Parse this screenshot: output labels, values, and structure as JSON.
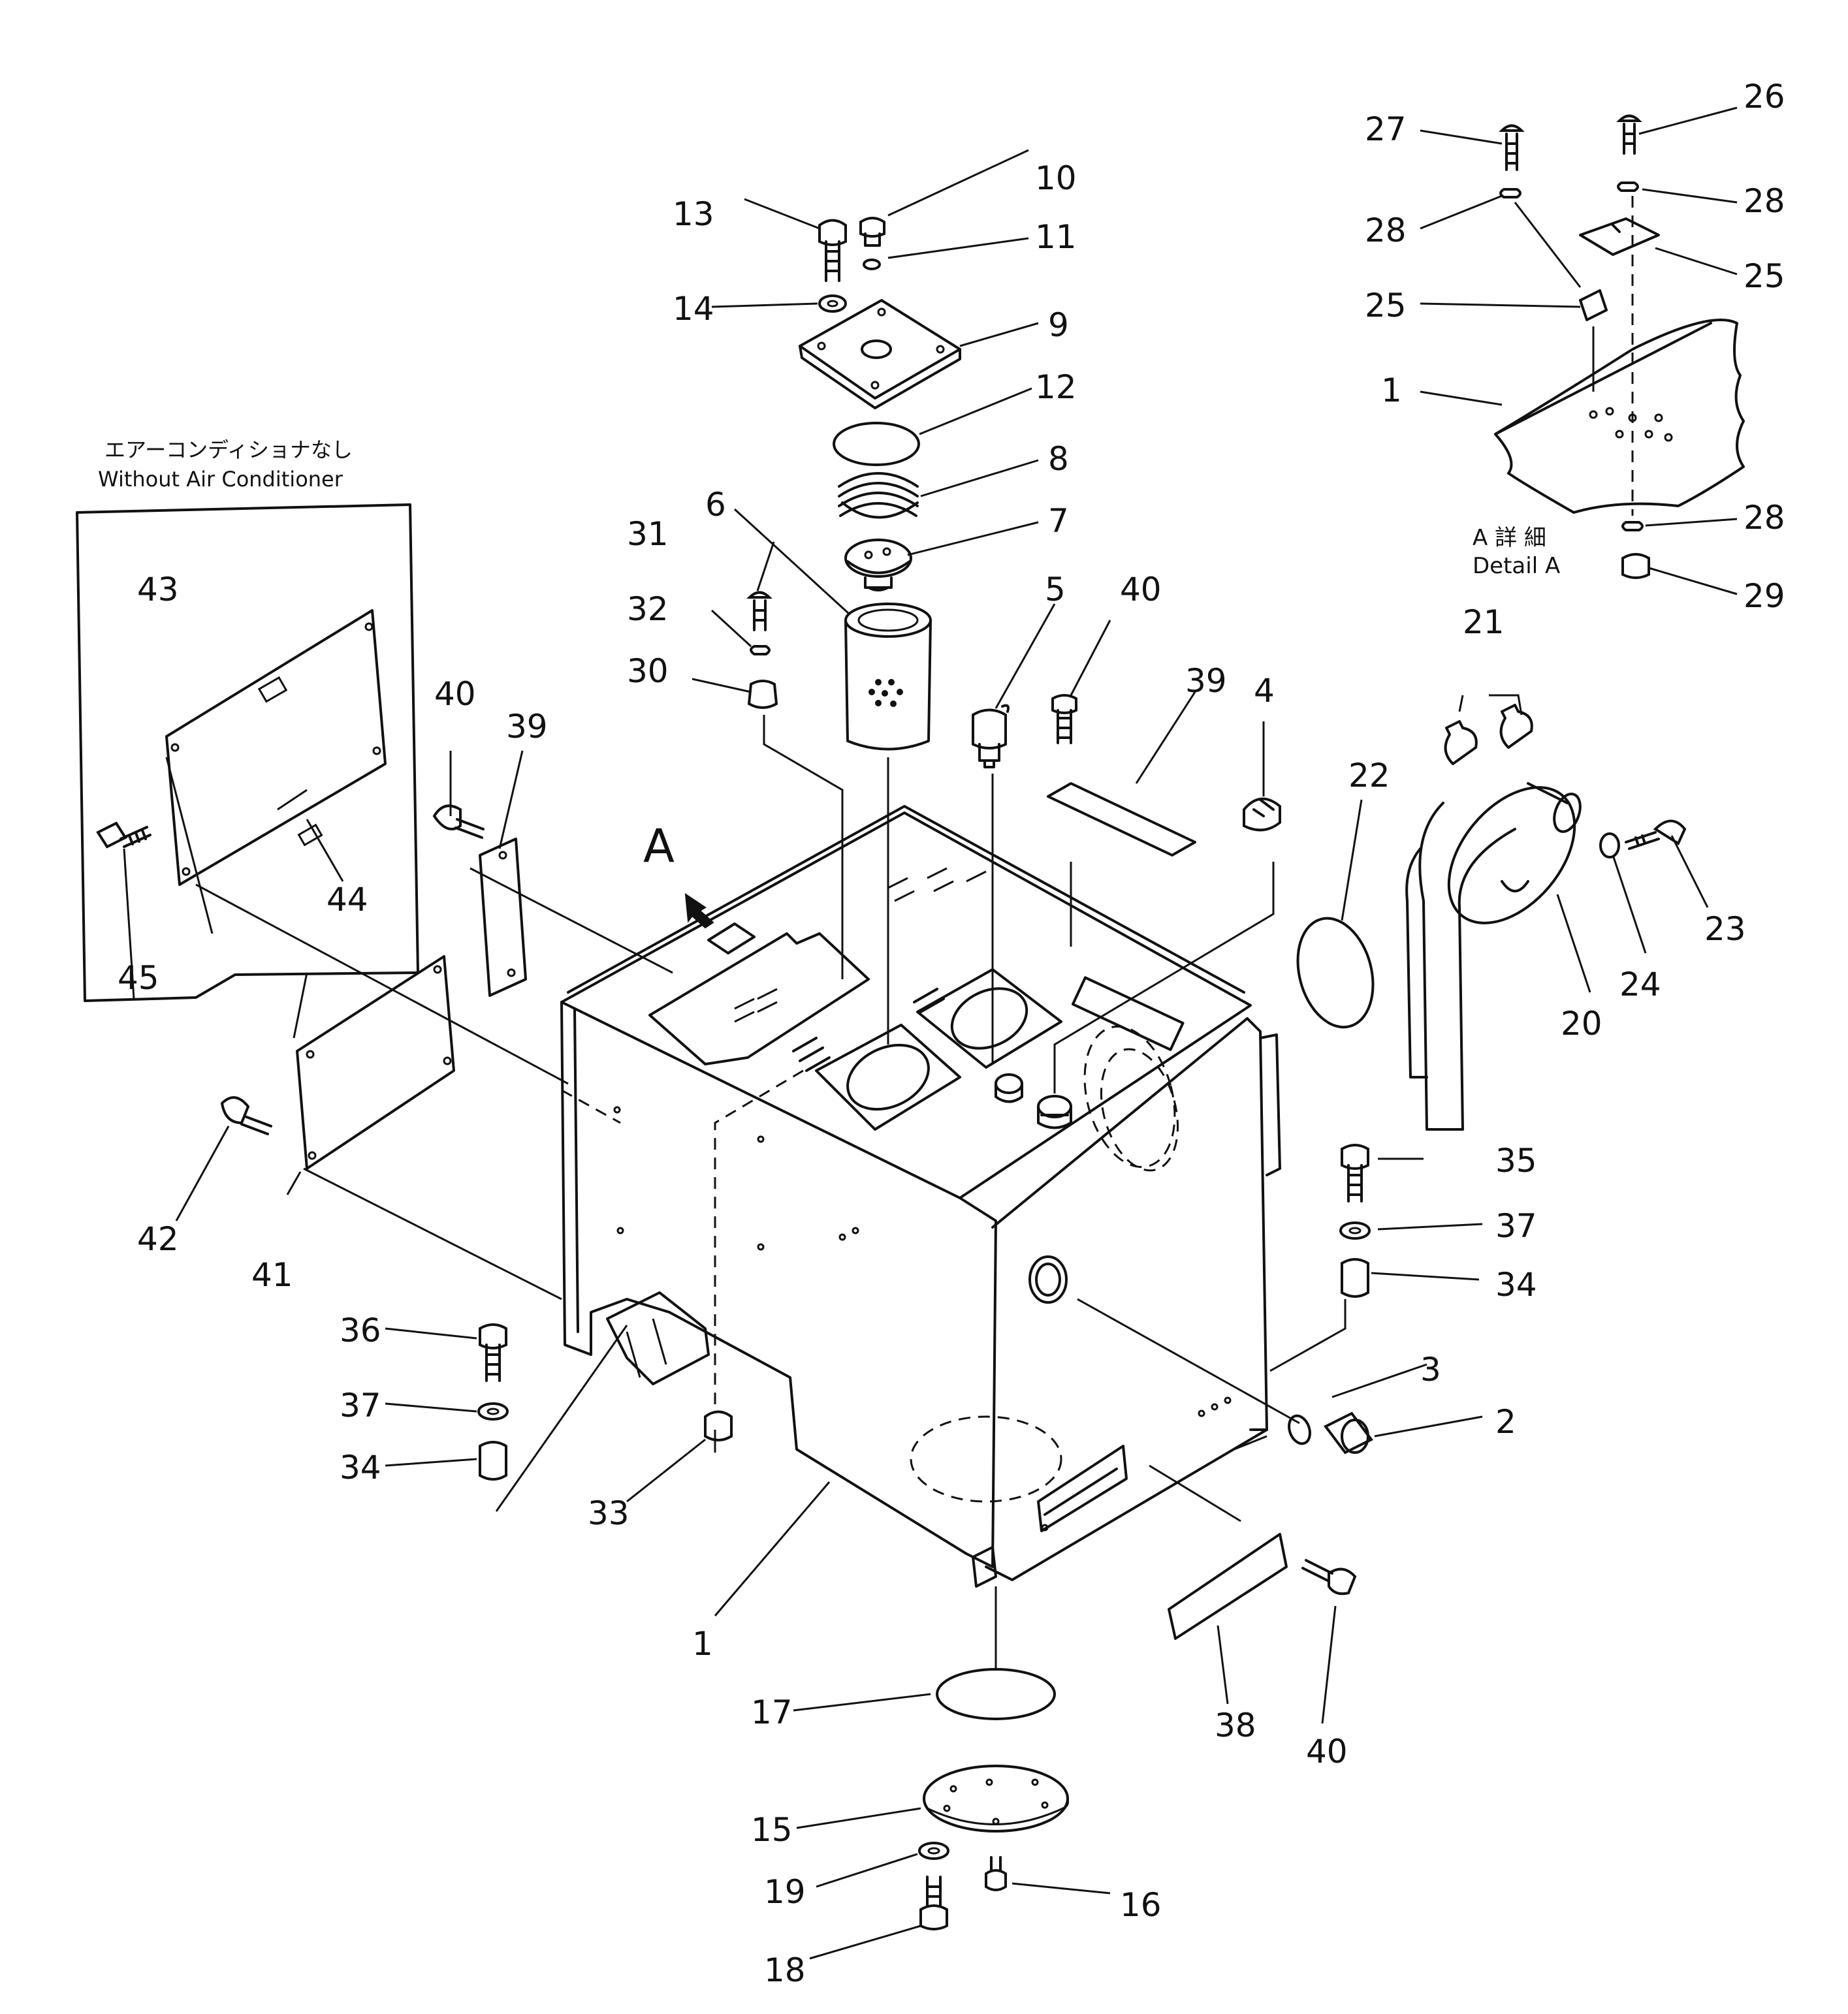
{
  "diagram": {
    "variant_note": {
      "japanese": "エアーコンディショナなし",
      "english": "Without Air Conditioner"
    },
    "detail": {
      "mark": "A",
      "japanese": "A 詳 細",
      "english": "Detail A"
    },
    "view_mark": "A",
    "callouts": {
      "c1a": "1",
      "c1b": "1",
      "c2": "2",
      "c3": "3",
      "c4": "4",
      "c5": "5",
      "c6": "6",
      "c7": "7",
      "c8": "8",
      "c9": "9",
      "c10": "10",
      "c11": "11",
      "c12": "12",
      "c13": "13",
      "c14": "14",
      "c15": "15",
      "c16": "16",
      "c17": "17",
      "c18": "18",
      "c19": "19",
      "c20": "20",
      "c21": "21",
      "c22": "22",
      "c23": "23",
      "c24": "24",
      "c25a": "25",
      "c25b": "25",
      "c26": "26",
      "c27": "27",
      "c28a": "28",
      "c28b": "28",
      "c28c": "28",
      "c29": "29",
      "c30": "30",
      "c31": "31",
      "c32": "32",
      "c33": "33",
      "c34a": "34",
      "c34b": "34",
      "c35": "35",
      "c36": "36",
      "c37a": "37",
      "c37b": "37",
      "c38": "38",
      "c39a": "39",
      "c39b": "39",
      "c40a": "40",
      "c40b": "40",
      "c40c": "40",
      "c41": "41",
      "c42": "42",
      "c43": "43",
      "c44": "44",
      "c45": "45"
    }
  }
}
